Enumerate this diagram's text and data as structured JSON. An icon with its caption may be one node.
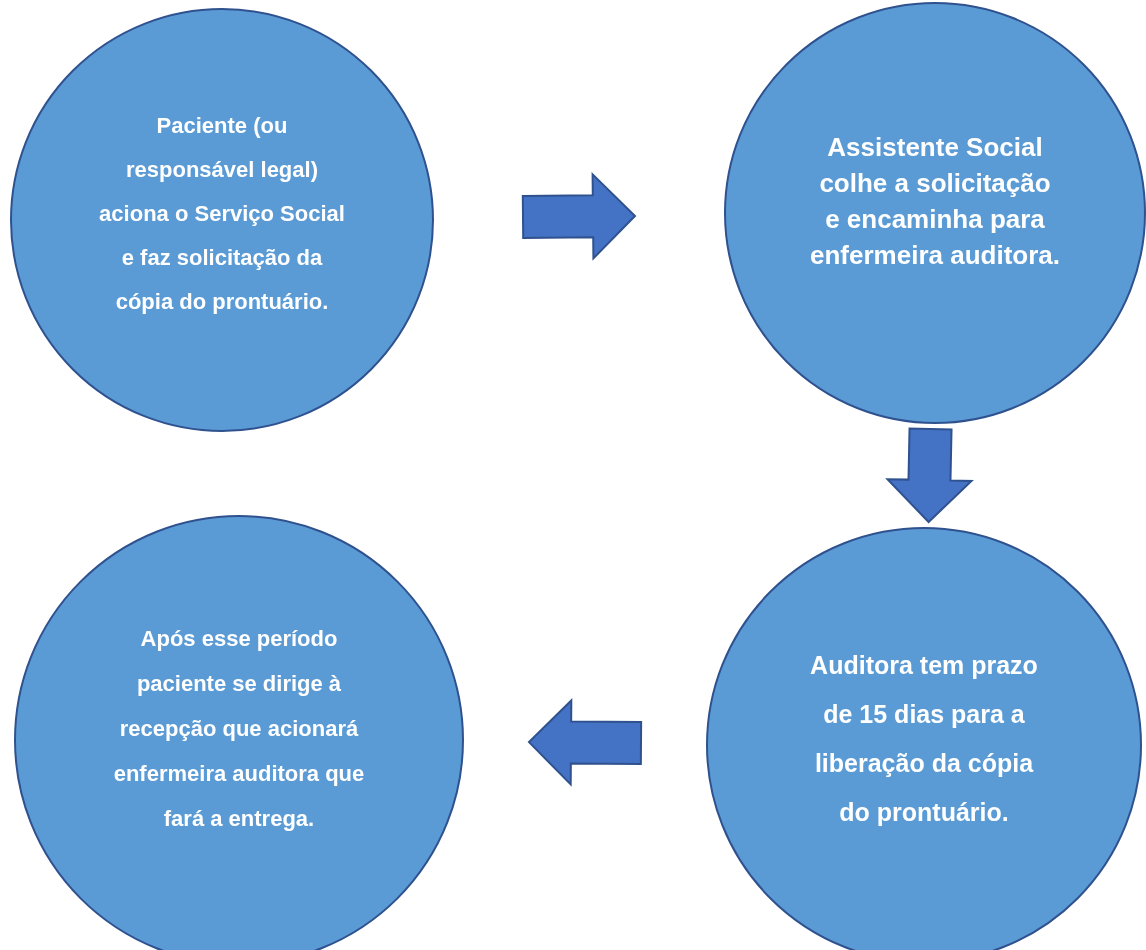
{
  "diagram": {
    "nodes": [
      {
        "text": [
          "Paciente (ou responsável legal) aciona o Serviço Social e faz solicitação da cópia do prontuário."
        ]
      },
      {
        "text": [
          "Assistente Social colhe a solicitação e encaminha para enfermeira auditora."
        ]
      },
      {
        "text": [
          "Auditora tem prazo de 15 dias para a liberação da cópia do prontuário."
        ]
      },
      {
        "text": [
          "Após esse período paciente se dirige à recepção que acionará enfermeira auditora que fará a entrega."
        ]
      }
    ],
    "edges": [
      {
        "from": 0,
        "to": 1,
        "arrow": "to"
      },
      {
        "from": 1,
        "to": 2,
        "arrow": "to"
      },
      {
        "from": 2,
        "to": 3,
        "arrow": "to"
      }
    ]
  }
}
